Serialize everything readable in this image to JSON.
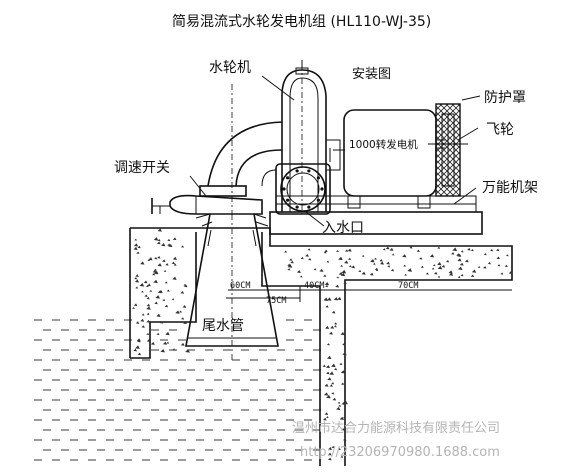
{
  "title": "简易混流式水轮发电机组 (HL110-WJ-35)",
  "labels": {
    "turbine": "水轮机",
    "install_diagram": "安装图",
    "guard": "防护罩",
    "generator": "1000转发电机",
    "flywheel": "飞轮",
    "speed_switch": "调速开关",
    "frame": "万能机架",
    "inlet": "入水口",
    "draft_tube": "尾水管"
  },
  "dimensions": {
    "d60": "60CM",
    "d75": "75CM",
    "d40": "40CM",
    "d70": "70CM"
  },
  "watermark": {
    "line1": "温州市达合力能源科技有限责任公司",
    "line2": "http://23206970980.1688.com"
  },
  "colors": {
    "line": "#111111",
    "concrete_fill": "#ffffff",
    "hatch": "#333333",
    "watermark": "#b4b4b4"
  }
}
